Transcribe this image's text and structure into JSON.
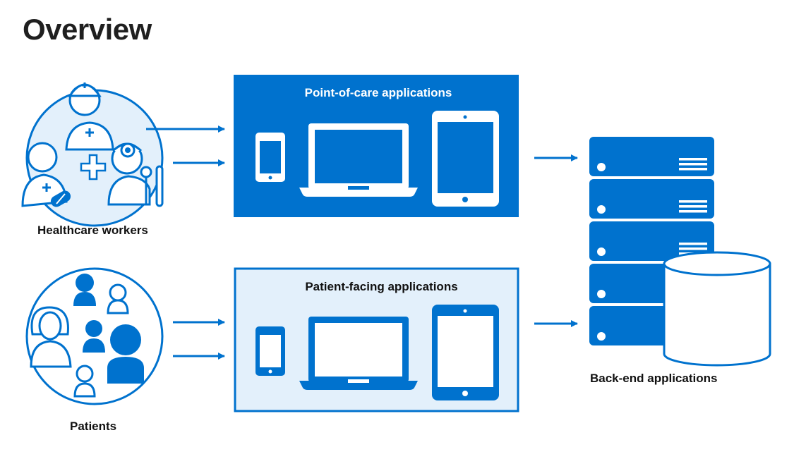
{
  "title": "Overview",
  "groups": {
    "healthcare_workers": "Healthcare workers",
    "patients": "Patients"
  },
  "boxes": {
    "point_of_care": "Point-of-care applications",
    "patient_facing": "Patient-facing applications"
  },
  "backend": "Back-end applications",
  "colors": {
    "accent": "#0072CE",
    "light_fill": "#E3F0FB",
    "white": "#FFFFFF"
  }
}
